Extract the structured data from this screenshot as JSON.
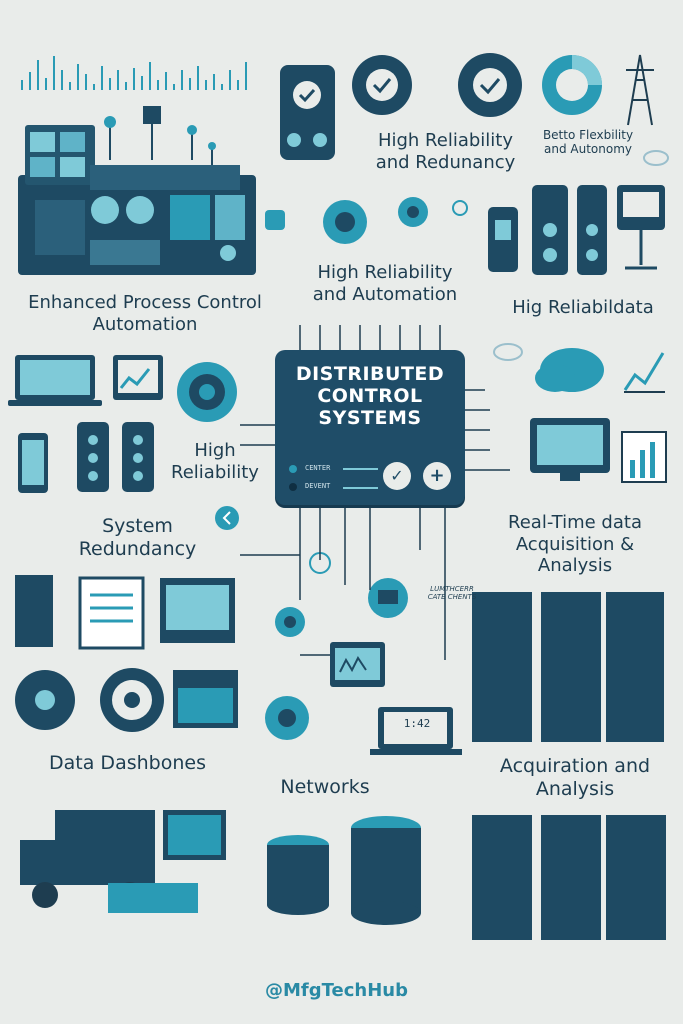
{
  "center": {
    "title_lines": [
      "DISTRIBUTED",
      "CONTROL",
      "SYSTEMS"
    ],
    "status_1": "CENTER",
    "status_2": "DEVENT",
    "check_icon": "check-icon",
    "plus_icon": "plus-icon"
  },
  "labels": {
    "high_rel_redundancy_1": "High Reliability",
    "high_rel_redundancy_2": "and Redunancy",
    "better_flex_1": "Betto Flexbility",
    "better_flex_2": "and Autonomy",
    "high_rel_automation_1": "High Reliability",
    "high_rel_automation_2": "and Automation",
    "enhanced_1": "Enhanced Process Control",
    "enhanced_2": "Automation",
    "hig_reliabildata": "Hig Reliabildata",
    "high_reliability_1": "High",
    "high_reliability_2": "Reliability",
    "system_redundancy_1": "System",
    "system_redundancy_2": "Redundancy",
    "realtime_1": "Real-Time data",
    "realtime_2": "Acquisition &",
    "realtime_3": "Analysis",
    "small_note_1": "LUMTHCERR",
    "small_note_2": "CATE CHENTS",
    "dashboards": "Data Dashbones",
    "networks": "Networks",
    "acquiration_1": "Acquiration and",
    "acquiration_2": "Analysis",
    "monitor_text": "1:42"
  },
  "footer": {
    "handle": "@MfgTechHub"
  },
  "colors": {
    "background": "#e9ecea",
    "navy": "#1f4d68",
    "teal": "#2a9bb5",
    "dark": "#1e3d50",
    "light_teal": "#7fcad8"
  }
}
